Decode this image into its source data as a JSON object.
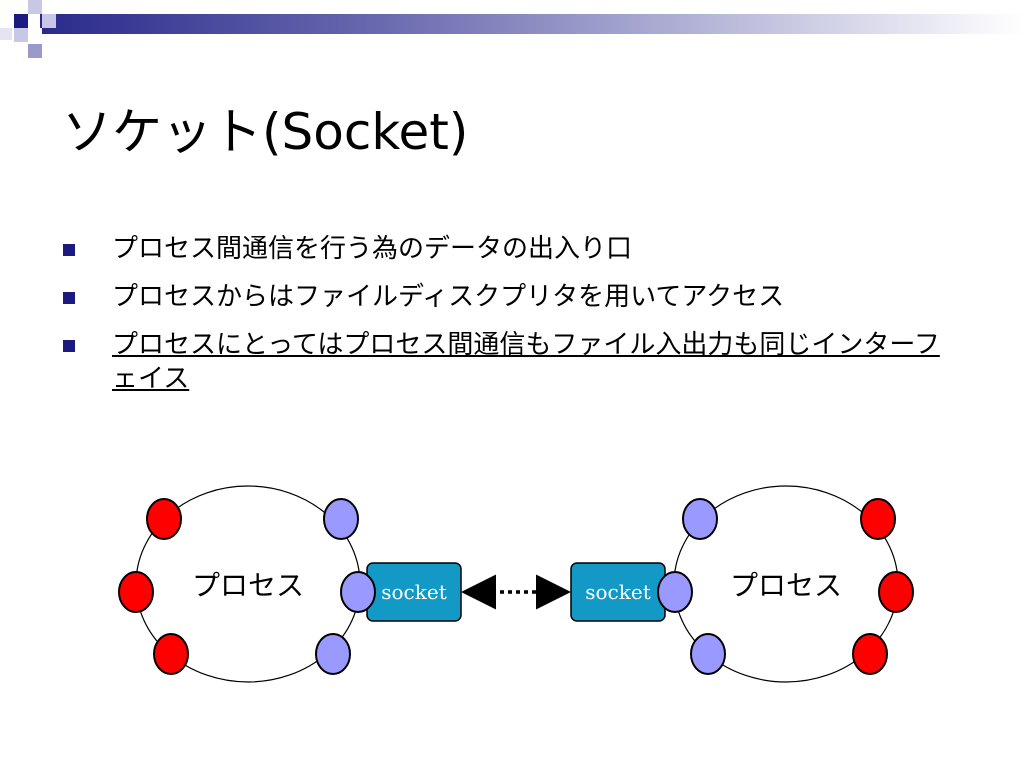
{
  "slide": {
    "title": "ソケット(Socket)",
    "bullets": [
      "プロセス間通信を行う為のデータの出入り口",
      "プロセスからはファイルディスクプリタを用いてアクセス",
      "プロセスにとってはプロセス間通信もファイル入出力も同じインターフェイス"
    ]
  },
  "diagram": {
    "left_process_label": "プロセス",
    "right_process_label": "プロセス",
    "left_socket_label": "socket",
    "right_socket_label": "socket"
  },
  "colors": {
    "accent": "#1a1a80",
    "node_red": "#ff0000",
    "node_blue": "#9999ff",
    "socket_fill": "#1399c6"
  }
}
